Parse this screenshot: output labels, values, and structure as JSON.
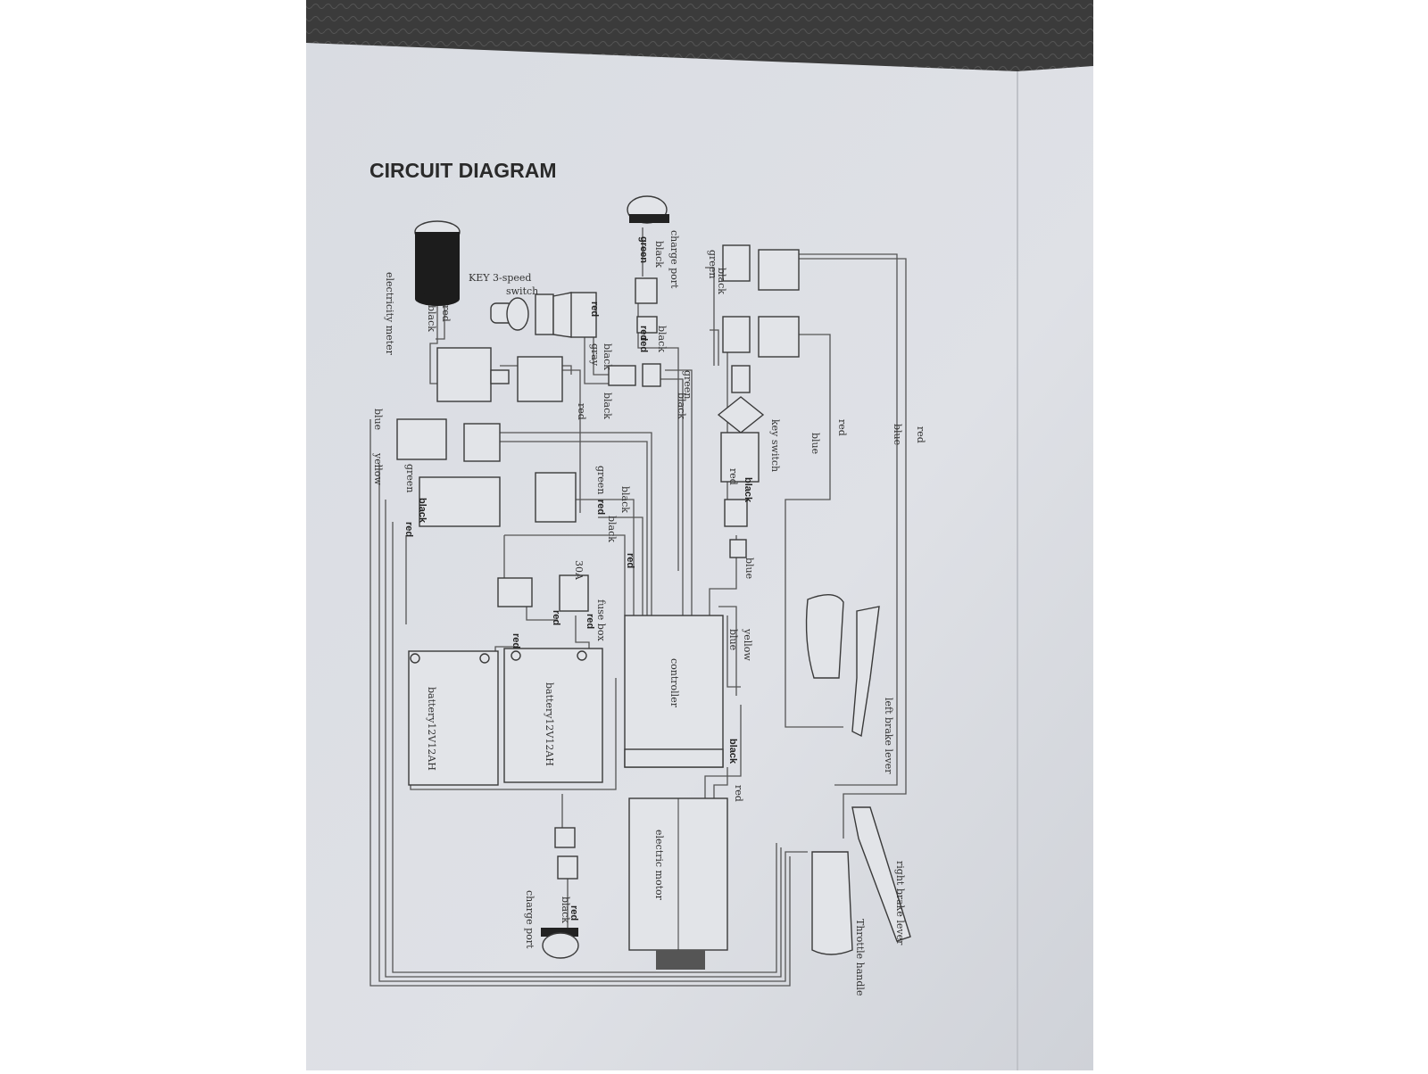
{
  "title": "CIRCUIT DIAGRAM",
  "components": {
    "electricity_meter": "electricity meter",
    "key_switch_3speed": "KEY 3-speed",
    "key_switch_3speed_2": "switch",
    "charge_port_top": "charge port",
    "key_switch": "key switch",
    "fuse_box": "fuse box",
    "fuse_rating": "30A",
    "controller": "controller",
    "battery_1": "battery12V12AH",
    "battery_2": "battery12V12AH",
    "electric_motor": "electric motor",
    "charge_port_bottom": "charge port",
    "left_brake_lever": "left brake lever",
    "right_brake_lever": "right brake lever",
    "throttle_handle": "Throttle handle"
  },
  "wire_labels": [
    "red",
    "black",
    "red",
    "gray",
    "black",
    "black",
    "red",
    "black",
    "green",
    "black",
    "red",
    "green",
    "black",
    "green",
    "black",
    "blue",
    "red",
    "blue",
    "red",
    "black",
    "red",
    "blue",
    "yellow",
    "green",
    "black",
    "red",
    "green",
    "black",
    "red",
    "black",
    "red",
    "red",
    "red",
    "blue",
    "yellow",
    "black",
    "red",
    "blue",
    "red",
    "black",
    "red",
    "red"
  ]
}
